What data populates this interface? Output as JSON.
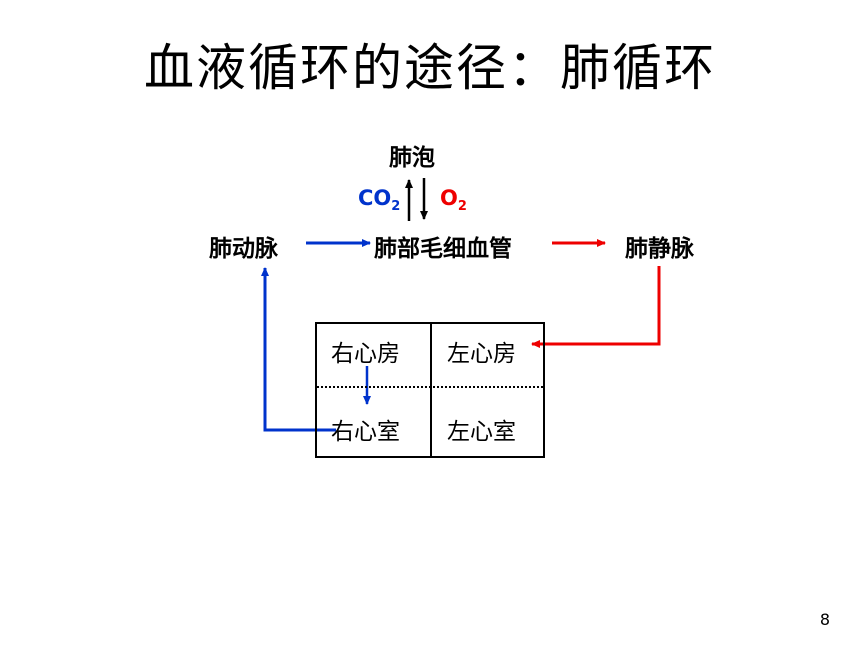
{
  "title": "血液循环的途径：肺循环",
  "nodes": {
    "alveoli": "肺泡",
    "pulmonary_artery": "肺动脉",
    "capillaries": "肺部毛细血管",
    "pulmonary_vein": "肺静脉"
  },
  "gases": {
    "co2_main": "CO",
    "co2_sub": "2",
    "o2_main": "O",
    "o2_sub": "2"
  },
  "heart": {
    "right_atrium": "右心房",
    "left_atrium": "左心房",
    "right_ventricle": "右心室",
    "left_ventricle": "左心室"
  },
  "colors": {
    "deoxygenated": "#0033cc",
    "oxygenated": "#ee0000"
  },
  "page_number": "8"
}
